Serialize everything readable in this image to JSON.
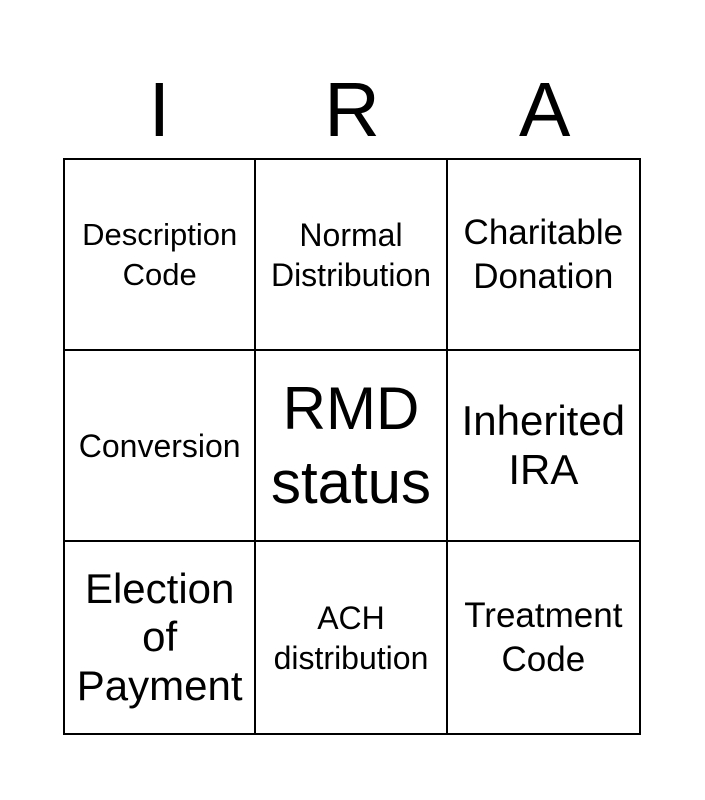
{
  "colors": {
    "background": "#ffffff",
    "ink": "#000000"
  },
  "title": {
    "text": "IRA",
    "letters": [
      "I",
      "R",
      "A"
    ]
  },
  "card": {
    "rows": [
      [
        {
          "label": "Description Code"
        },
        {
          "label": "Normal Distribution"
        },
        {
          "label": "Charitable Donation"
        }
      ],
      [
        {
          "label": "Conversion"
        },
        {
          "label": "RMD status"
        },
        {
          "label": "Inherited IRA"
        }
      ],
      [
        {
          "label": "Election of Payment"
        },
        {
          "label": "ACH distribution"
        },
        {
          "label": "Treatment Code"
        }
      ]
    ]
  }
}
